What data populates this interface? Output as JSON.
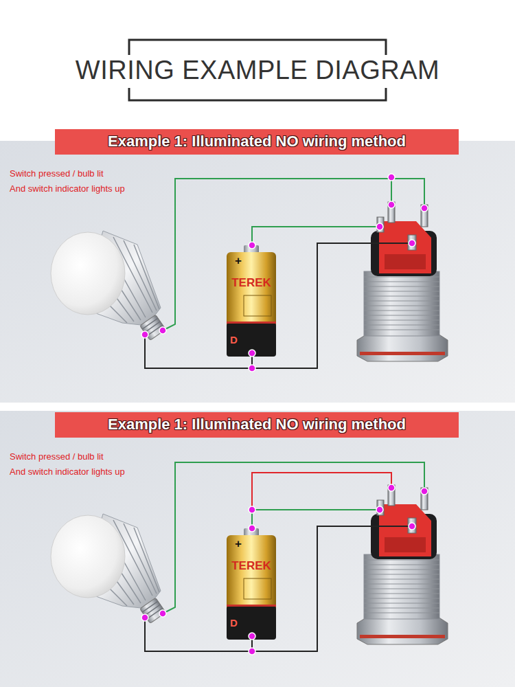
{
  "diagram": {
    "title": "WIRING EXAMPLE DIAGRAM",
    "nodes": [
      {
        "text": [
          "Example 1: Illuminated NO wiring method"
        ]
      },
      {
        "text": [
          "Example 1: Illuminated NO wiring method"
        ]
      }
    ],
    "labels": [
      "Switch pressed / bulb lit",
      "And switch indicator lights up",
      "TEREK",
      "+",
      "D",
      "Switch pressed / bulb lit",
      "And switch indicator lights up",
      "TEREK",
      "+",
      "D"
    ]
  }
}
